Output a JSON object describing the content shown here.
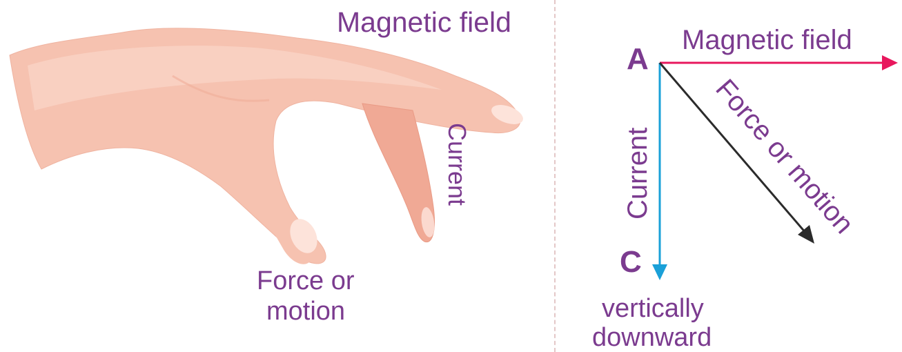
{
  "left_panel": {
    "magnetic_field_label": "Magnetic field",
    "current_label": "Current",
    "force_label_line1": "Force or",
    "force_label_line2": "motion"
  },
  "right_panel": {
    "point_a": "A",
    "point_c": "C",
    "magnetic_field_label": "Magnetic field",
    "current_label": "Current",
    "force_label": "Force or motion",
    "direction_line1": "vertically",
    "direction_line2": "downward"
  },
  "colors": {
    "label_purple": "#7b3b8f",
    "magnetic_field_arrow": "#e8175d",
    "current_arrow": "#1aa0d8",
    "force_arrow": "#2b2b2b",
    "skin": "#f6c2b0",
    "divider": "#e3c7c7"
  }
}
